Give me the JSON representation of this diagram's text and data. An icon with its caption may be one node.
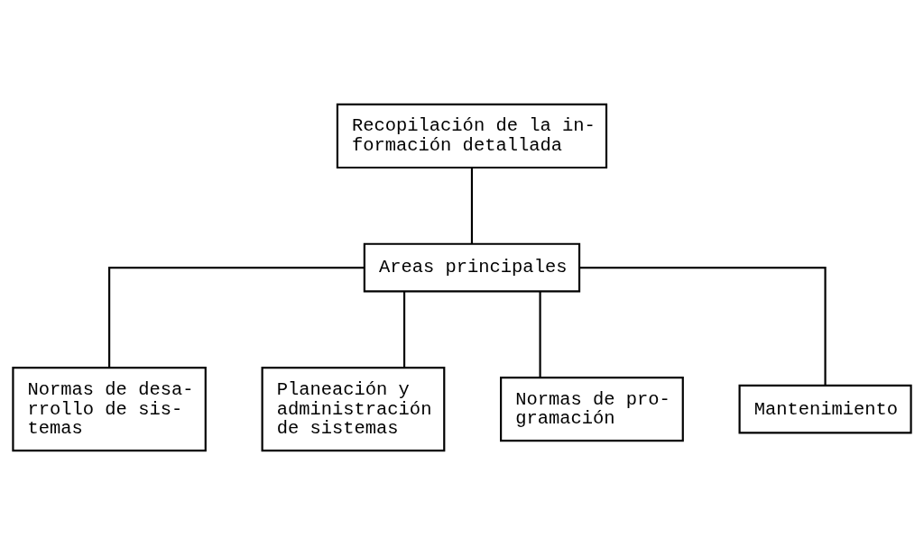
{
  "diagram": {
    "nodes": [
      {
        "text": [
          "Recopilación de la in- formación detallada"
        ]
      },
      {
        "text": [
          "Areas principales"
        ]
      },
      {
        "text": [
          "Normas de desa- rrollo de sis- temas"
        ]
      },
      {
        "text": [
          "Planeación y administración de sistemas"
        ]
      },
      {
        "text": [
          "Normas de pro- gramación"
        ]
      },
      {
        "text": [
          "Mantenimiento"
        ]
      }
    ],
    "edges": [
      {
        "from": 0,
        "to": 1,
        "arrow": "none"
      },
      {
        "from": 1,
        "to": 2,
        "arrow": "none"
      },
      {
        "from": 1,
        "to": 3,
        "arrow": "none"
      },
      {
        "from": 1,
        "to": 4,
        "arrow": "none"
      },
      {
        "from": 1,
        "to": 5,
        "arrow": "none"
      }
    ]
  }
}
